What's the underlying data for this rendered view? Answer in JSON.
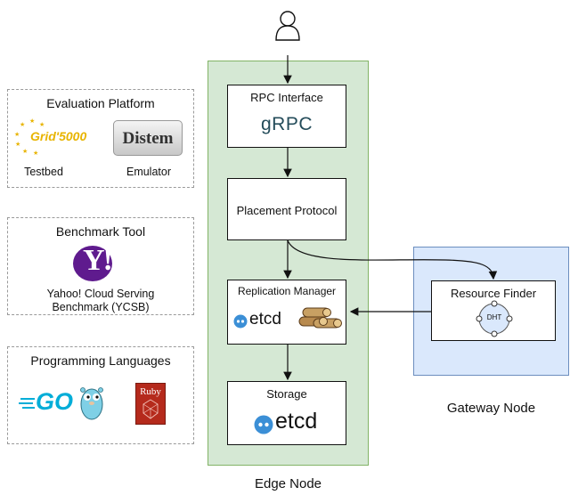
{
  "left_panels": {
    "evaluation": {
      "title": "Evaluation Platform",
      "grid_logo": "Grid'5000",
      "distem_logo": "Distem",
      "testbed_label": "Testbed",
      "emulator_label": "Emulator"
    },
    "benchmark": {
      "title": "Benchmark Tool",
      "yahoo_logo": "Y!",
      "line1": "Yahoo! Cloud Serving",
      "line2": "Benchmark (YCSB)"
    },
    "languages": {
      "title": "Programming Languages",
      "go_logo": "GO",
      "ruby_logo": "Ruby"
    }
  },
  "edge_node": {
    "label": "Edge Node",
    "rpc": {
      "title": "RPC Interface",
      "logo": "gRPC"
    },
    "placement": {
      "title": "Placement Protocol"
    },
    "replication": {
      "title": "Replication Manager",
      "logo": "etcd"
    },
    "storage": {
      "title": "Storage",
      "logo": "etcd"
    }
  },
  "gateway_node": {
    "label": "Gateway Node",
    "resource_finder": {
      "title": "Resource Finder",
      "dht": "DHT"
    }
  },
  "colors": {
    "edge_fill": "#d5e8d4",
    "edge_border": "#82b366",
    "gateway_fill": "#dae8fc",
    "gateway_border": "#6c8ebf",
    "yahoo_purple": "#5f1b8e",
    "grid_yellow": "#e8b400",
    "go_blue": "#00add8",
    "ruby_red": "#b52a1c",
    "etcd_blue": "#3b8fd6"
  }
}
